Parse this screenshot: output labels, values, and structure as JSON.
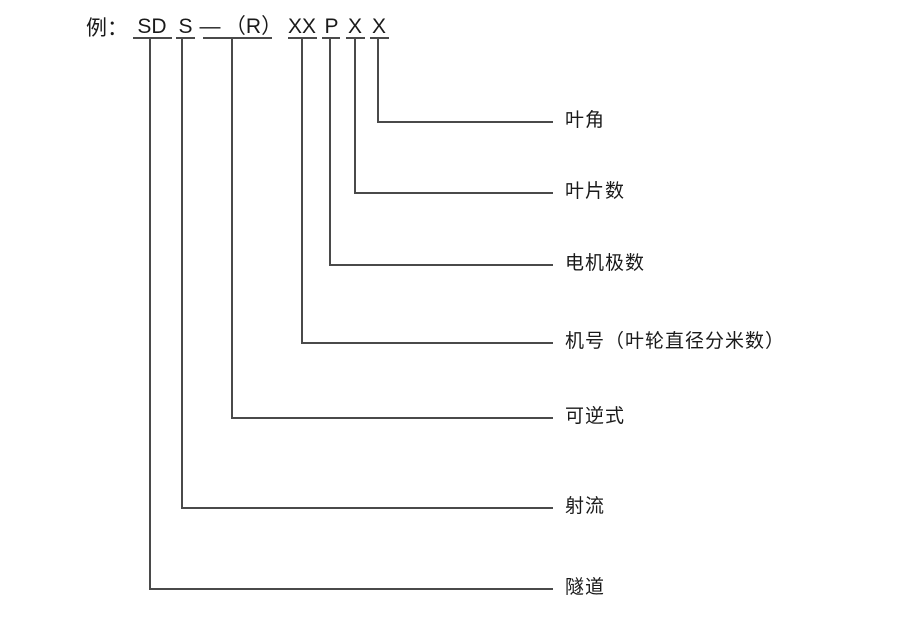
{
  "diagram": {
    "type": "model-designation-breakdown",
    "prefix": "例：",
    "code_segments": [
      {
        "text": "SD",
        "name": "code-segment-sd"
      },
      {
        "text": "S",
        "name": "code-segment-s"
      },
      {
        "text": "—",
        "name": "code-segment-dash"
      },
      {
        "text": "（R）",
        "name": "code-segment-r"
      },
      {
        "text": "XX",
        "name": "code-segment-xx"
      },
      {
        "text": "P",
        "name": "code-segment-p"
      },
      {
        "text": "X",
        "name": "code-segment-x1"
      },
      {
        "text": "X",
        "name": "code-segment-x2"
      }
    ],
    "callouts": [
      {
        "label": "叶角",
        "source": "X",
        "name": "callout-blade-angle"
      },
      {
        "label": "叶片数",
        "source": "X",
        "name": "callout-blade-count"
      },
      {
        "label": "电机极数",
        "source": "P",
        "name": "callout-motor-poles"
      },
      {
        "label": "机号（叶轮直径分米数）",
        "source": "XX",
        "name": "callout-machine-number"
      },
      {
        "label": "可逆式",
        "source": "（R）",
        "name": "callout-reversible"
      },
      {
        "label": "射流",
        "source": "S",
        "name": "callout-jet"
      },
      {
        "label": "隧道",
        "source": "SD",
        "name": "callout-tunnel"
      }
    ],
    "colors": {
      "line": "#4a4a4a",
      "text": "#1a1a1a",
      "background": "#ffffff"
    }
  }
}
